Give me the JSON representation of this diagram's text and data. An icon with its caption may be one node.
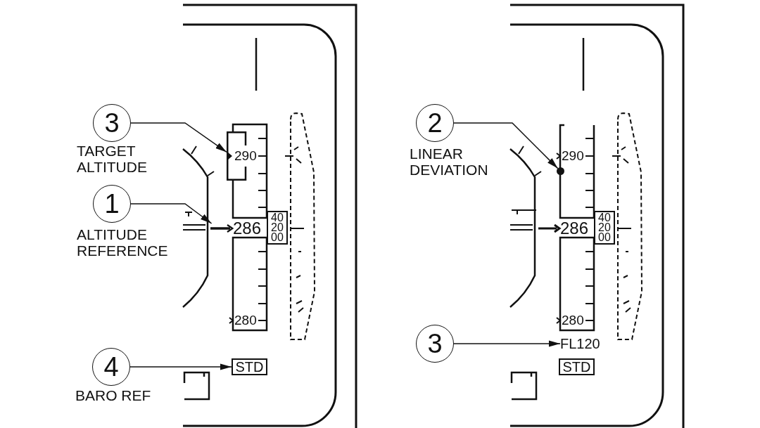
{
  "diagram": {
    "nodes": [
      {
        "text": [
          "3"
        ],
        "beside": [
          "TARGET ALTITUDE"
        ]
      },
      {
        "text": [],
        "shape": "bracket"
      },
      {
        "text": [
          "1"
        ],
        "beside": [
          "ALTITUDE REFERENCE"
        ]
      },
      {
        "text": [],
        "shape": "arrow"
      },
      {
        "text": [
          "40",
          "20",
          "00"
        ]
      },
      {
        "text": [
          "4"
        ],
        "beside": [
          "BARO REF"
        ]
      },
      {
        "text": [
          "STD"
        ]
      },
      {
        "text": [
          "2"
        ],
        "beside": [
          "LINEAR DEVIATION"
        ]
      },
      {
        "text": [],
        "shape": "circle"
      },
      {
        "text": [
          "40",
          "20",
          "00"
        ]
      },
      {
        "text": [
          "3"
        ]
      },
      {
        "text": [
          "FL120"
        ]
      },
      {
        "text": [
          "STD"
        ]
      }
    ],
    "edges": [
      {
        "from": 0,
        "to": 1,
        "arrow": "to"
      },
      {
        "from": 2,
        "to": 3,
        "arrow": "to"
      },
      {
        "from": 5,
        "to": 6,
        "arrow": "to"
      },
      {
        "from": 7,
        "to": 8,
        "arrow": "to"
      },
      {
        "from": 10,
        "to": 11,
        "arrow": "to"
      }
    ],
    "labels": [
      "290",
      "286",
      "280",
      "290",
      "286",
      "280"
    ]
  }
}
